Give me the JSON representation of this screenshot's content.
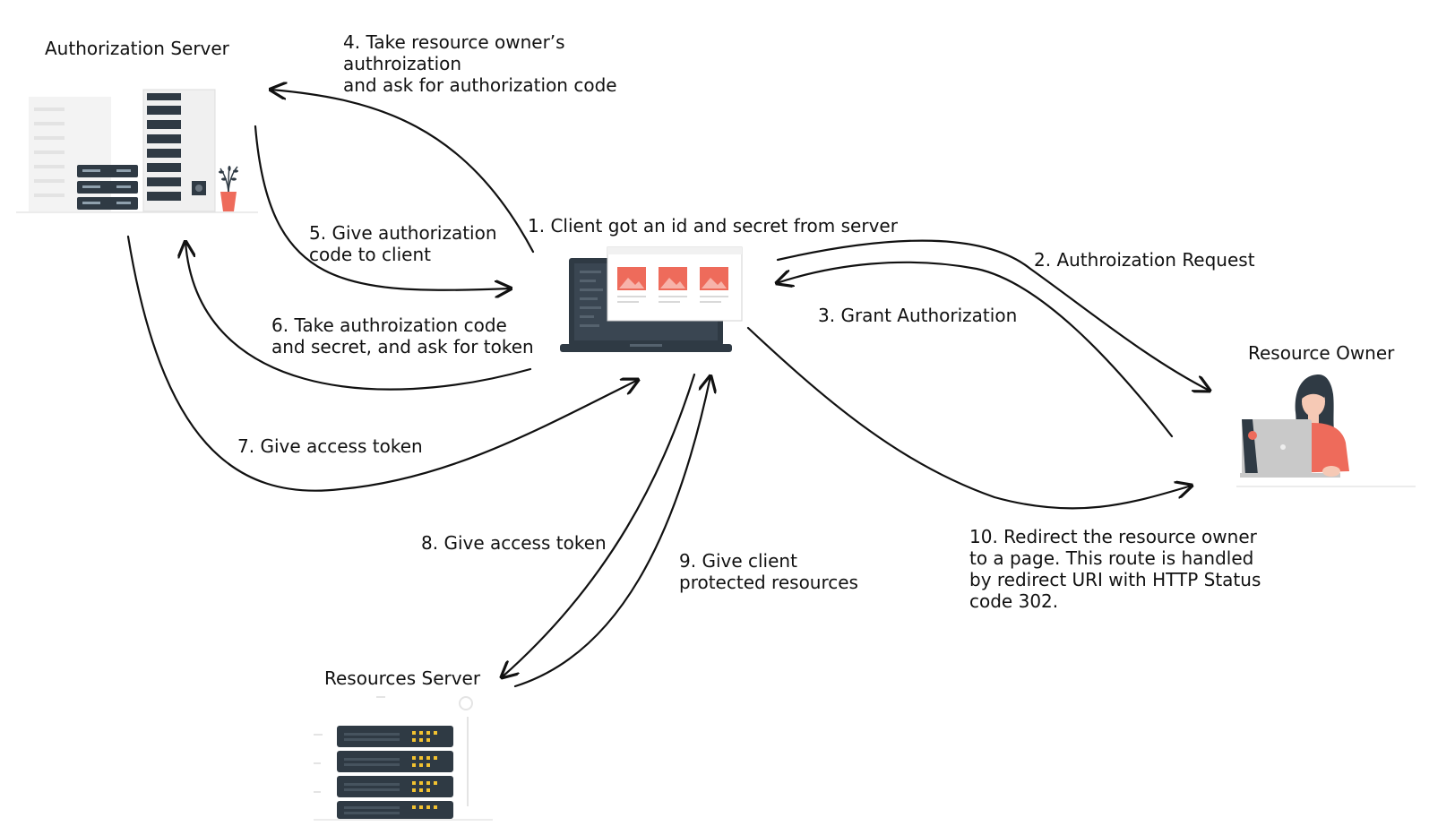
{
  "nodes": {
    "authorization_server": "Authorization Server",
    "resource_owner": "Resource Owner",
    "resources_server": "Resources Server"
  },
  "steps": {
    "s1": "1. Client got an id and secret from server",
    "s2": "2. Authroization Request",
    "s3": "3. Grant Authorization",
    "s4": "4. Take resource owner’s\nauthroization\nand ask for authorization code",
    "s5": "5. Give authorization\ncode to client",
    "s6": "6. Take authroization code\nand secret, and ask for token",
    "s7": "7. Give access token",
    "s8": "8. Give access token",
    "s9": "9. Give client\nprotected resources",
    "s10": "10. Redirect the resource owner\nto a page. This route is handled\nby redirect URI with HTTP Status\ncode 302."
  },
  "colors": {
    "accent": "#ee6b5b",
    "dark": "#2f3a44",
    "line": "#111111"
  },
  "icons": {
    "auth_server": "server-rack-icon",
    "client": "laptop-icon",
    "owner": "person-laptop-icon",
    "resource_server": "server-stack-icon"
  }
}
